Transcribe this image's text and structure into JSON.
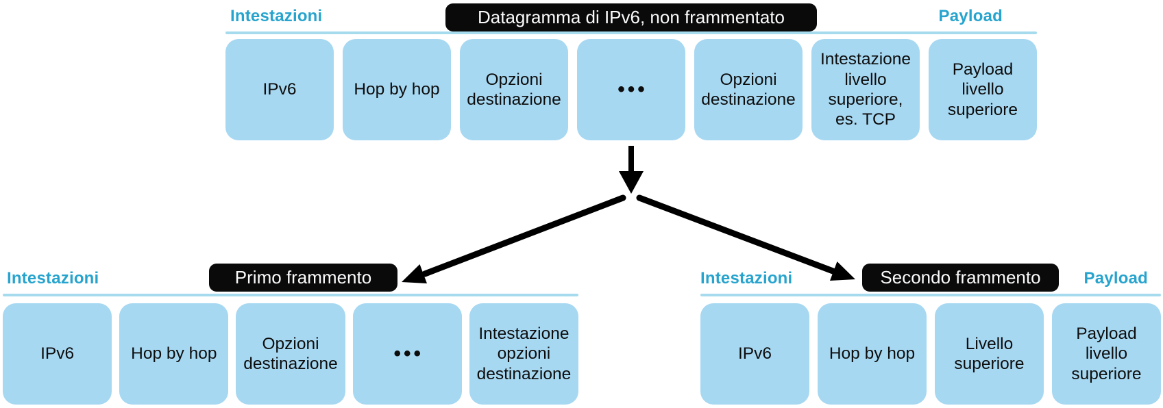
{
  "diagram_title": "Datagramma di IPv6, non frammentato",
  "colors": {
    "box_fill": "#a7d8f2",
    "label_cyan": "#27a4ce",
    "divider_cyan": "#a6dbee",
    "pill_background": "#0a0a0a",
    "pill_text": "#fbfbfd",
    "box_text": "#0d0d0d",
    "arrow": "#000000"
  },
  "sections": {
    "top": {
      "headers_label": "Intestazioni",
      "payload_label": "Payload",
      "pill": "Datagramma di IPv6, non frammentato",
      "boxes": [
        "IPv6",
        "Hop by hop",
        "Opzioni\ndestinazione",
        "•••",
        "Opzioni\ndestinazione",
        "Intestazione\nlivello\nsuperiore,\nes. TCP",
        "Payload\nlivello\nsuperiore"
      ]
    },
    "first_fragment": {
      "headers_label": "Intestazioni",
      "pill": "Primo frammento",
      "boxes": [
        "IPv6",
        "Hop by hop",
        "Opzioni\ndestinazione",
        "•••",
        "Intestazione\nopzioni\ndestinazione"
      ]
    },
    "second_fragment": {
      "headers_label": "Intestazioni",
      "payload_label": "Payload",
      "pill": "Secondo frammento",
      "boxes": [
        "IPv6",
        "Hop by hop",
        "Livello\nsuperiore",
        "Payload\nlivello\nsuperiore"
      ]
    }
  }
}
